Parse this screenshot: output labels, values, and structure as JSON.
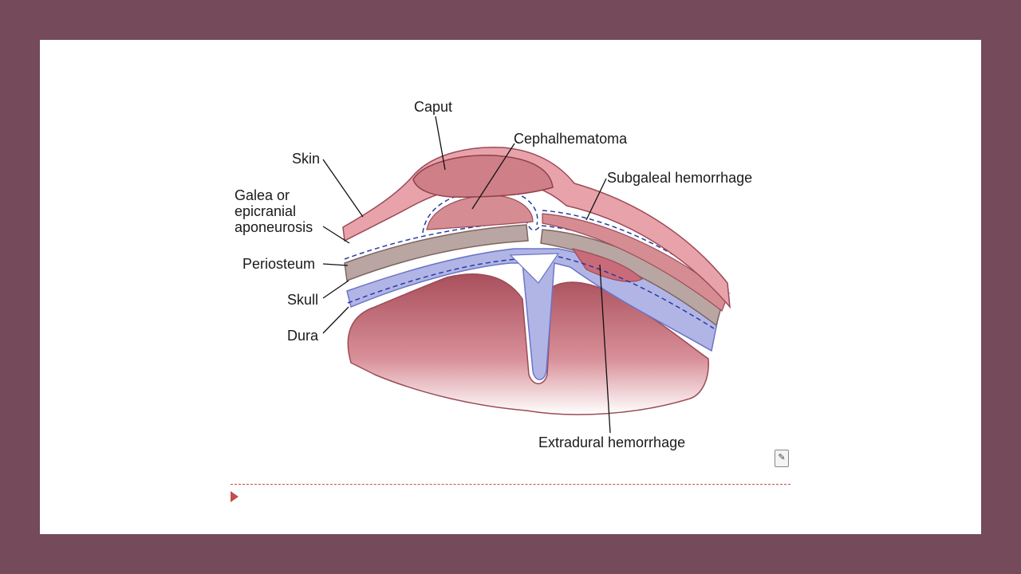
{
  "diagram": {
    "labels": {
      "caput": "Caput",
      "cephalhematoma": "Cephalhematoma",
      "skin": "Skin",
      "subgaleal": "Subgaleal hemorrhage",
      "galea_line1": "Galea or",
      "galea_line2": "epicranial",
      "galea_line3": "aponeurosis",
      "periosteum": "Periosteum",
      "skull": "Skull",
      "dura": "Dura",
      "extradural": "Extradural hemorrhage"
    },
    "colors": {
      "frame": "#754a5a",
      "skin": "#d9848d",
      "brain": "#b8606b",
      "dura_blue": "#a8aee0",
      "dashed": "#2b3aa0",
      "bone": "#b7a3a0",
      "accent": "#c0504d"
    }
  },
  "icons": {
    "corner": "settings-icon",
    "bullet": "triangle-bullet-icon"
  }
}
